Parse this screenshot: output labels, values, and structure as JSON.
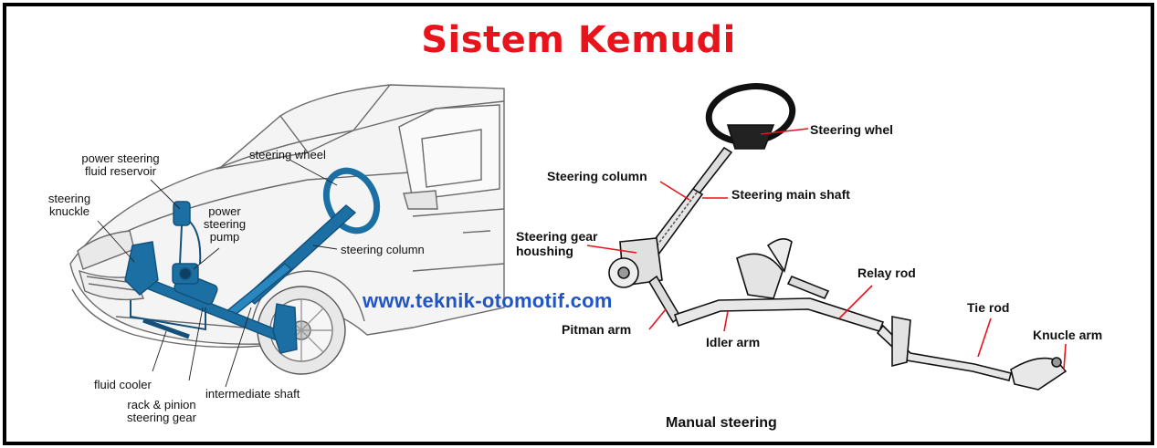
{
  "title": "Sistem Kemudi",
  "watermark": "www.teknik-otomotif.com",
  "colors": {
    "title": "#e8131b",
    "watermark": "#1f56c4",
    "system_blue": "#1b6fa3"
  },
  "left_labels": {
    "power_steering_fluid_reservoir": "power steering\nfluid reservoir",
    "steering_knuckle": "steering\nknuckle",
    "power_steering_pump": "power\nsteering\npump",
    "steering_wheel": "steering wheel",
    "steering_column": "steering column",
    "fluid_cooler": "fluid cooler",
    "rack_pinion_steering_gear": "rack & pinion\nsteering gear",
    "intermediate_shaft": "intermediate shaft"
  },
  "right_labels": {
    "steering_whel": "Steering whel",
    "steering_column": "Steering column",
    "steering_main_shaft": "Steering main shaft",
    "steering_gear_houshing": "Steering gear\nhoushing",
    "pitman_arm": "Pitman arm",
    "idler_arm": "Idler arm",
    "relay_rod": "Relay rod",
    "tie_rod": "Tie rod",
    "knucle_arm": "Knucle arm"
  },
  "caption": "Manual steering"
}
